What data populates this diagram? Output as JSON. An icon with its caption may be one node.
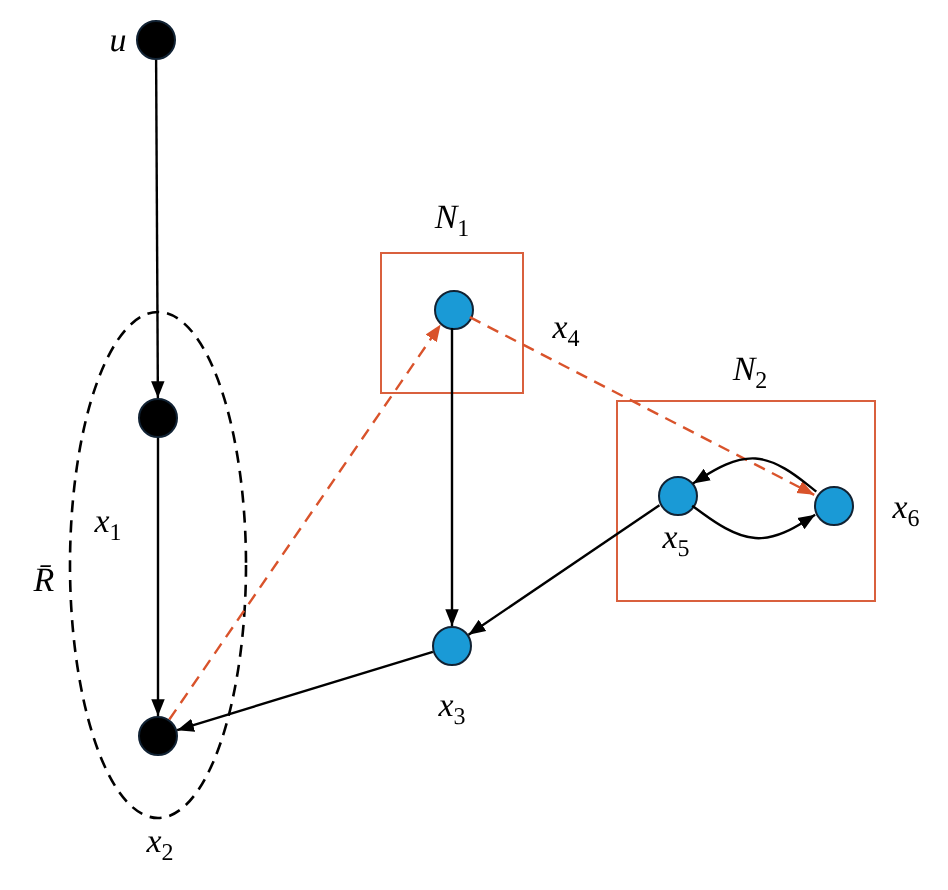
{
  "diagram": {
    "nodes": [
      {
        "text": [],
        "shape": "circle",
        "beside": [
          "u"
        ]
      },
      {
        "text": [
          "R̄"
        ]
      },
      {
        "text": [],
        "shape": "circle",
        "in": 1,
        "beside": [
          "x$_{1}$"
        ]
      },
      {
        "text": [],
        "shape": "circle",
        "in": 1,
        "beside": [
          "x$_{2}$"
        ]
      },
      {
        "text": [
          "N$_{1}$"
        ]
      },
      {
        "text": [],
        "shape": "circle",
        "in": 4,
        "beside": [
          "x$_{4}$"
        ]
      },
      {
        "text": [],
        "shape": "circle",
        "beside": [
          "x$_{3}$"
        ]
      },
      {
        "text": [
          "N$_{2}$"
        ]
      },
      {
        "text": [],
        "shape": "circle",
        "in": 7,
        "beside": [
          "x$_{5}$"
        ]
      },
      {
        "text": [],
        "shape": "circle",
        "in": 7,
        "beside": [
          "x$_{6}$"
        ]
      }
    ],
    "edges": [
      {
        "from": 0,
        "to": 2,
        "arrow": "to"
      },
      {
        "from": 2,
        "to": 3,
        "arrow": "to"
      },
      {
        "from": 3,
        "to": 5,
        "arrow": "to",
        "style": "dashed",
        "color": "#d9532b"
      },
      {
        "from": 5,
        "to": 6,
        "arrow": "to"
      },
      {
        "from": 6,
        "to": 3,
        "arrow": "to"
      },
      {
        "from": 8,
        "to": 6,
        "arrow": "to"
      },
      {
        "from": 5,
        "to": 9,
        "arrow": "to",
        "style": "dashed",
        "color": "#d9532b"
      },
      {
        "from": 9,
        "to": 8,
        "arrow": "to"
      },
      {
        "from": 8,
        "to": 9,
        "arrow": "to"
      }
    ]
  }
}
